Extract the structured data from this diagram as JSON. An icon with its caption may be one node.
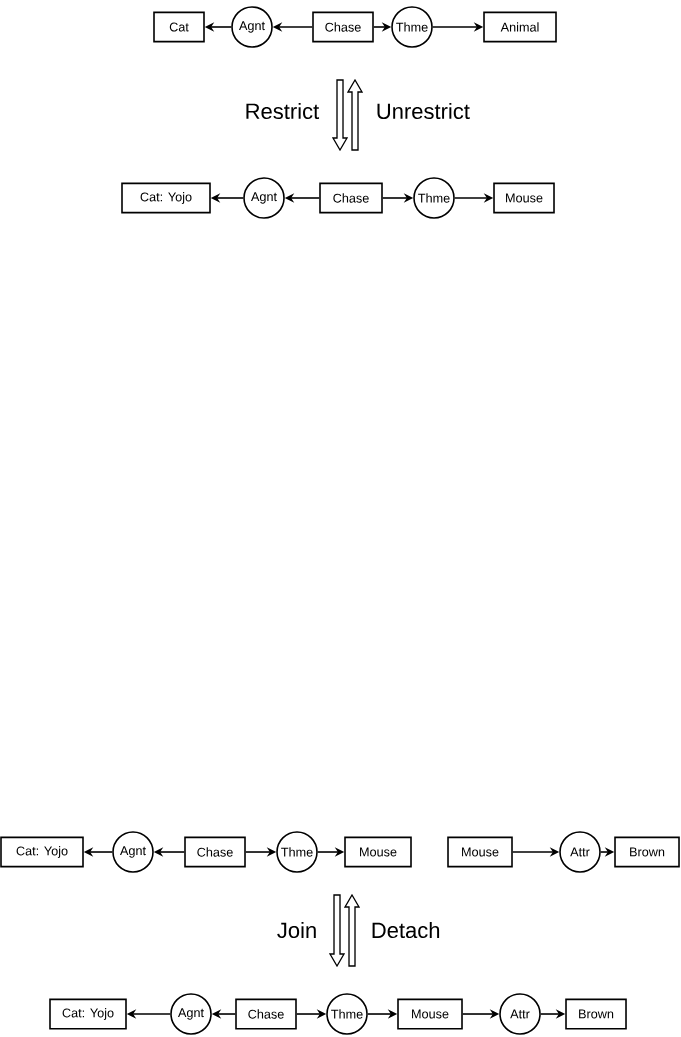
{
  "diagram": {
    "nodes": [
      {
        "text": [
          "Cat"
        ]
      },
      {
        "text": [
          "Agnt"
        ]
      },
      {
        "text": [
          "Chase"
        ]
      },
      {
        "text": [
          "Thme"
        ]
      },
      {
        "text": [
          "Animal"
        ]
      },
      {
        "text": [
          "Cat: Yojo"
        ]
      },
      {
        "text": [
          "Agnt"
        ]
      },
      {
        "text": [
          "Chase"
        ]
      },
      {
        "text": [
          "Thme"
        ]
      },
      {
        "text": [
          "Mouse"
        ]
      },
      {
        "text": [
          "Cat: Yojo"
        ]
      },
      {
        "text": [
          "Agnt"
        ]
      },
      {
        "text": [
          "Chase"
        ]
      },
      {
        "text": [
          "Thme"
        ]
      },
      {
        "text": [
          "Mouse"
        ]
      },
      {
        "text": [
          "Mouse"
        ]
      },
      {
        "text": [
          "Attr"
        ]
      },
      {
        "text": [
          "Brown"
        ]
      },
      {
        "text": [
          "Cat: Yojo"
        ]
      },
      {
        "text": [
          "Agnt"
        ]
      },
      {
        "text": [
          "Chase"
        ]
      },
      {
        "text": [
          "Thme"
        ]
      },
      {
        "text": [
          "Mouse"
        ]
      },
      {
        "text": [
          "Attr"
        ]
      },
      {
        "text": [
          "Brown"
        ]
      }
    ],
    "edges": [
      {
        "from": 1,
        "to": 0,
        "arrow": "to"
      },
      {
        "from": 2,
        "to": 1,
        "arrow": "to"
      },
      {
        "from": 2,
        "to": 3,
        "arrow": "to"
      },
      {
        "from": 3,
        "to": 4,
        "arrow": "to"
      },
      {
        "from": 6,
        "to": 5,
        "arrow": "to"
      },
      {
        "from": 7,
        "to": 6,
        "arrow": "to"
      },
      {
        "from": 7,
        "to": 8,
        "arrow": "to"
      },
      {
        "from": 8,
        "to": 9,
        "arrow": "to"
      },
      {
        "from": 11,
        "to": 10,
        "arrow": "to"
      },
      {
        "from": 12,
        "to": 11,
        "arrow": "to"
      },
      {
        "from": 12,
        "to": 13,
        "arrow": "to"
      },
      {
        "from": 13,
        "to": 14,
        "arrow": "to"
      },
      {
        "from": 15,
        "to": 16,
        "arrow": "to"
      },
      {
        "from": 16,
        "to": 17,
        "arrow": "to"
      },
      {
        "from": 19,
        "to": 18,
        "arrow": "to"
      },
      {
        "from": 20,
        "to": 19,
        "arrow": "to"
      },
      {
        "from": 20,
        "to": 21,
        "arrow": "to"
      },
      {
        "from": 21,
        "to": 22,
        "arrow": "to"
      },
      {
        "from": 22,
        "to": 23,
        "arrow": "to"
      },
      {
        "from": 23,
        "to": 24,
        "arrow": "to"
      }
    ],
    "labels": [
      "Restrict",
      "Unrestrict",
      "Join",
      "Detach"
    ]
  }
}
